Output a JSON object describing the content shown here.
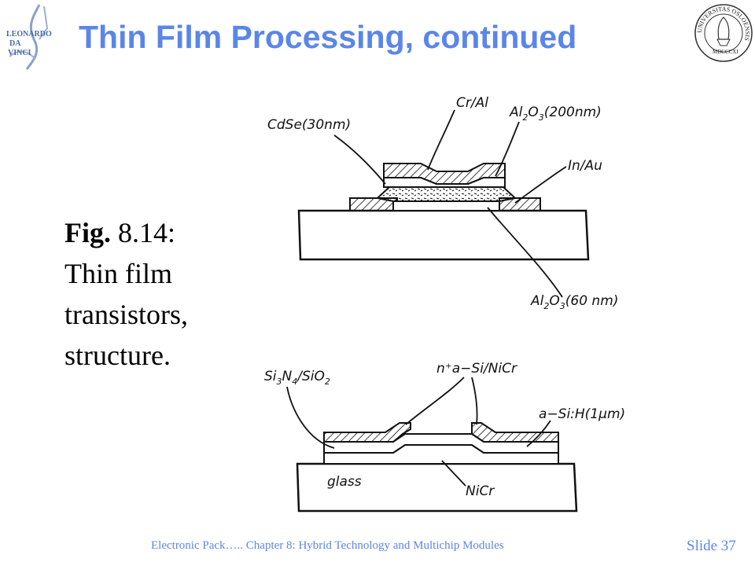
{
  "slide": {
    "title": "Thin Film Processing, continued",
    "caption_fig": "Fig.",
    "caption_num": " 8.14:",
    "caption_line2": "Thin film",
    "caption_line3": "transistors,",
    "caption_line4": "structure.",
    "footer": "Electronic Pack…..   Chapter 8: Hybrid Technology and Multichip Modules",
    "slide_number": "Slide 37",
    "logo_left_text": [
      "LEONARDO",
      "DA",
      "VINCI"
    ],
    "seal_text": "UNIVERSITAS OSLOENSIS",
    "seal_year": "MDCCCXI"
  },
  "figure_top": {
    "label_cral": "Cr/Al",
    "label_cdse": "CdSe(30nm)",
    "label_al2o3_top_a": "Al",
    "label_al2o3_top_b": "2",
    "label_al2o3_top_c": "O",
    "label_al2o3_top_d": "3",
    "label_al2o3_top_e": "(200nm)",
    "label_inau": "In/Au",
    "label_al2o3_bot_a": "Al",
    "label_al2o3_bot_b": "2",
    "label_al2o3_bot_c": "O",
    "label_al2o3_bot_d": "3",
    "label_al2o3_bot_e": "(60 nm)"
  },
  "figure_bottom": {
    "label_sin_a": "Si",
    "label_sin_b": "3",
    "label_sin_c": "N",
    "label_sin_d": "4",
    "label_sin_e": "/SiO",
    "label_sin_f": "2",
    "label_nasi": "n⁺a−Si/NiCr",
    "label_asih": "a−Si:H(1μm)",
    "label_glass": "glass",
    "label_nicr": "NiCr"
  },
  "colors": {
    "accent": "#5b86e8",
    "text": "#000000"
  }
}
